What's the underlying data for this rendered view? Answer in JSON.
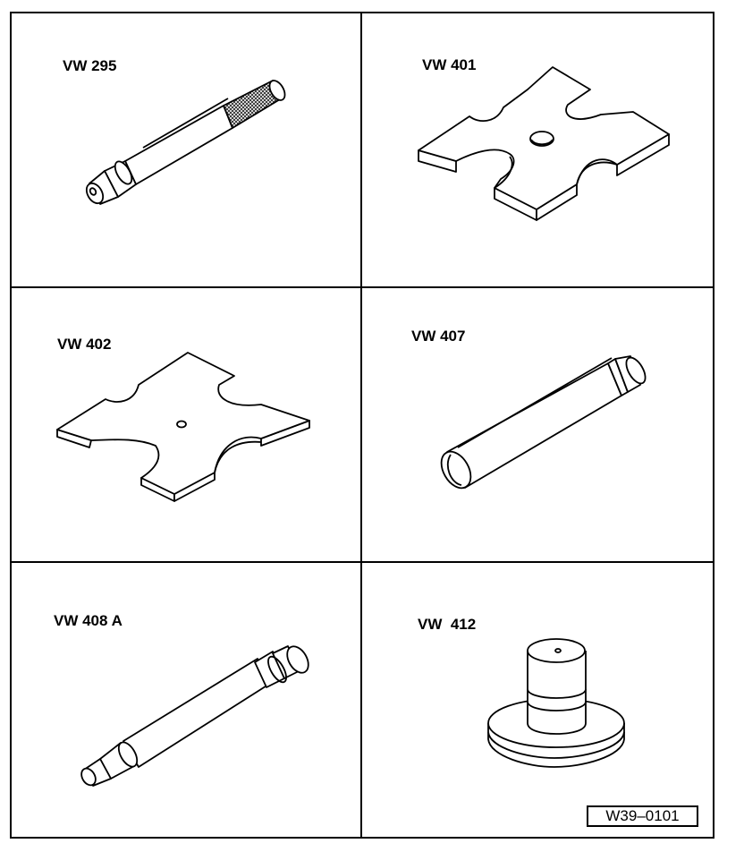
{
  "tools": [
    {
      "id": "VW 295",
      "label": "VW 295",
      "depicts": "mandrel-with-knurled-handle"
    },
    {
      "id": "VW 401",
      "label": "VW 401",
      "depicts": "cross-shaped-plate-with-center-hole"
    },
    {
      "id": "VW 402",
      "label": "VW 402",
      "depicts": "cross-shaped-plate-with-small-hole"
    },
    {
      "id": "VW 407",
      "label": "VW 407",
      "depicts": "cylindrical-drift"
    },
    {
      "id": "VW 408 A",
      "label": "VW 408 A",
      "depicts": "stepped-drift"
    },
    {
      "id": "VW 412",
      "label": "VW  412",
      "depicts": "flanged-press-piece"
    }
  ],
  "figure_ref": "W39–0101",
  "colors": {
    "line": "#000000",
    "background": "#ffffff",
    "knurl": "#444444"
  }
}
